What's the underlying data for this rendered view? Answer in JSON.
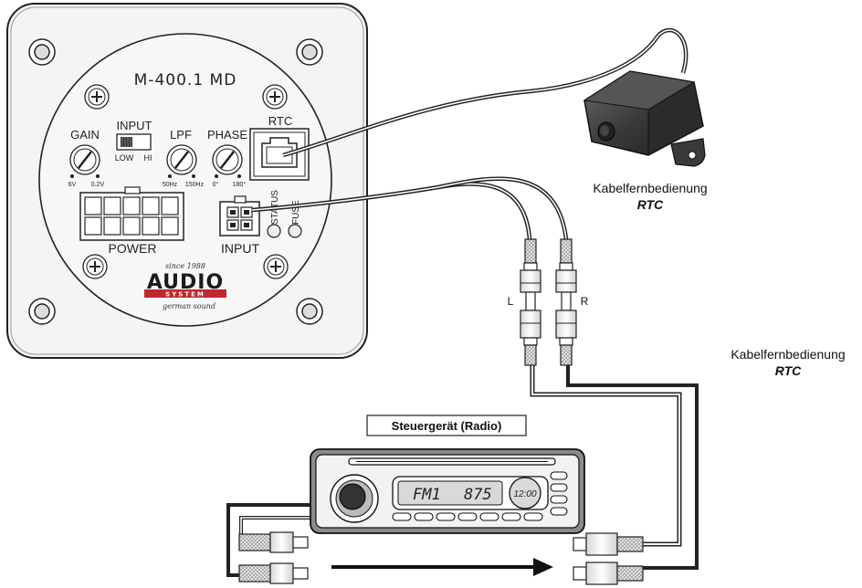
{
  "amplifier": {
    "model": "M-400.1 MD",
    "controls": {
      "gain": "GAIN",
      "input_switch": "INPUT",
      "lpf": "LPF",
      "phase": "PHASE",
      "rtc_port": "RTC",
      "switch_low": "LOW",
      "switch_hi": "HI",
      "gain_min": "6V",
      "gain_max": "0.2V",
      "lpf_min": "50Hz",
      "lpf_max": "150Hz",
      "phase_min": "0°",
      "phase_max": "180°",
      "status": "STATUS",
      "fuse": "FUSE",
      "power": "POWER",
      "input_port": "INPUT"
    },
    "logo": {
      "since": "since 1988",
      "brand": "AUDIO",
      "system": "SYSTEM",
      "tagline": "german sound"
    }
  },
  "remote": {
    "caption": "Kabelfernbedienung",
    "caption_bold": "RTC"
  },
  "side_caption": {
    "caption": "Kabelfernbedienung",
    "caption_bold": "RTC"
  },
  "rca": {
    "left": "L",
    "right": "R"
  },
  "head_unit": {
    "label": "Steuergerät (Radio)",
    "display_band": "FM1",
    "display_freq": "875",
    "clock": "12:00"
  },
  "colors": {
    "panel": "#f4f4f4",
    "outline": "#222222",
    "logo_red": "#c0282d"
  }
}
